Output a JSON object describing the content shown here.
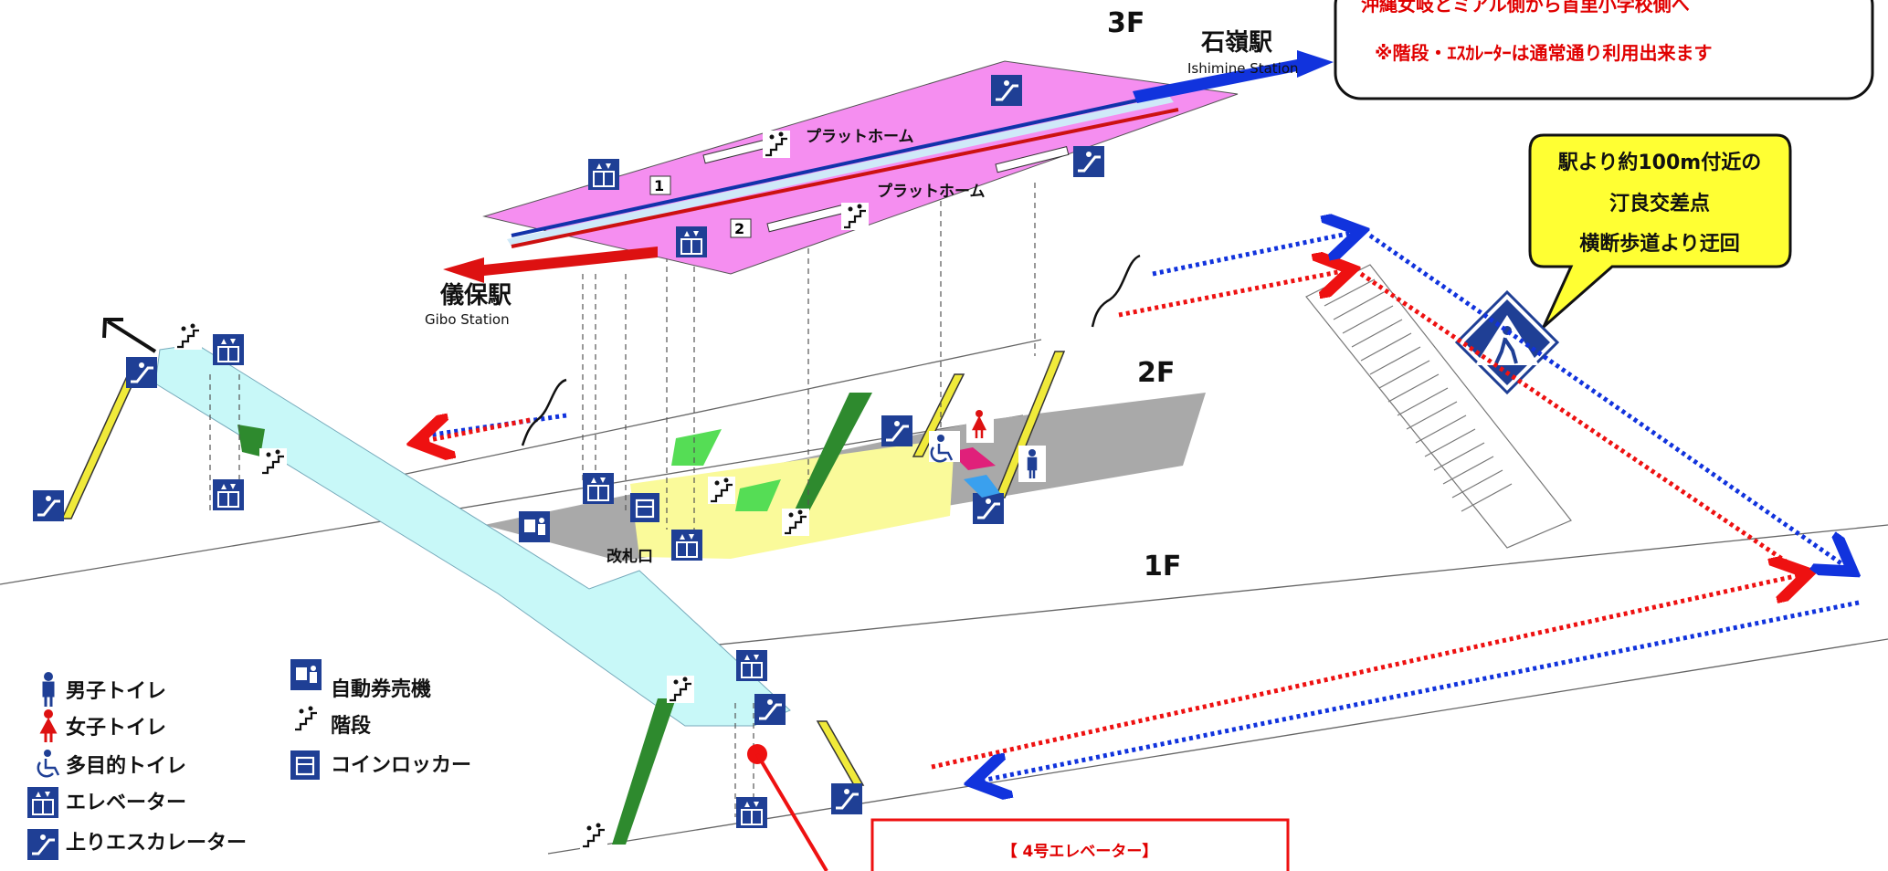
{
  "floors": {
    "f3": "3F",
    "f2": "2F",
    "f1": "1F"
  },
  "stations": {
    "ishimine": {
      "ja": "石嶺駅",
      "en": "Ishimine Station"
    },
    "gibo": {
      "ja": "儀保駅",
      "en": "Gibo Station"
    }
  },
  "platform": {
    "label": "プラットホーム",
    "track1": "1",
    "track2": "2"
  },
  "ticket_gate": "改札口",
  "notice": {
    "line1": "沖縄女岐とミアル側から首里小学校側へ",
    "line2": "※階段・ｴｽｶﾚｰﾀｰは通常通り利用出来ます"
  },
  "bubble": {
    "lines": [
      "駅より約100m付近の",
      "汀良交差点",
      "横断歩道より迂回"
    ]
  },
  "redbox": {
    "title": "【 4号エレベーター】"
  },
  "legend": {
    "men_toilet": "男子トイレ",
    "women_toilet": "女子トイレ",
    "multi_toilet": "多目的トイレ",
    "elevator": "エレベーター",
    "up_escalator": "上りエスカレーター",
    "ticket_machine": "自動券売機",
    "stairs": "階段",
    "coin_locker": "コインロッカー"
  },
  "colors": {
    "platform": "#f58ef0",
    "concourse_gray": "#a9a9a9",
    "concourse_yellow": "#fafa9a",
    "walkway": "#c8f8f8",
    "stairs_yellow": "#f0ea3a",
    "stairs_green": "#2e8a2e",
    "icon_blue": "#1f3f95",
    "route_red": "#ee1111",
    "route_blue": "#1133dd",
    "bubble": "#ffff33"
  }
}
